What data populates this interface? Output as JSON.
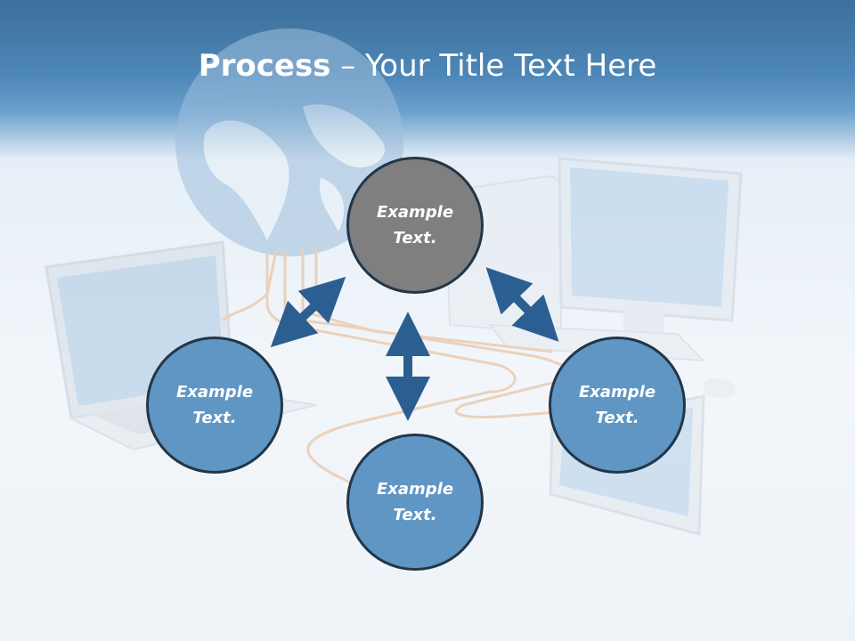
{
  "title": {
    "bold": "Process",
    "rest": " – Your Title Text Here"
  },
  "nodes": [
    {
      "text": "Example\nText.",
      "fill": "#7f7f7f"
    },
    {
      "text": "Example\nText.",
      "fill": "#5f96c4"
    },
    {
      "text": "Example\nText.",
      "fill": "#5f96c4"
    },
    {
      "text": "Example\nText.",
      "fill": "#5f96c4"
    }
  ],
  "colors": {
    "arrow": "#2c5f91",
    "header": "#4a82b3"
  }
}
